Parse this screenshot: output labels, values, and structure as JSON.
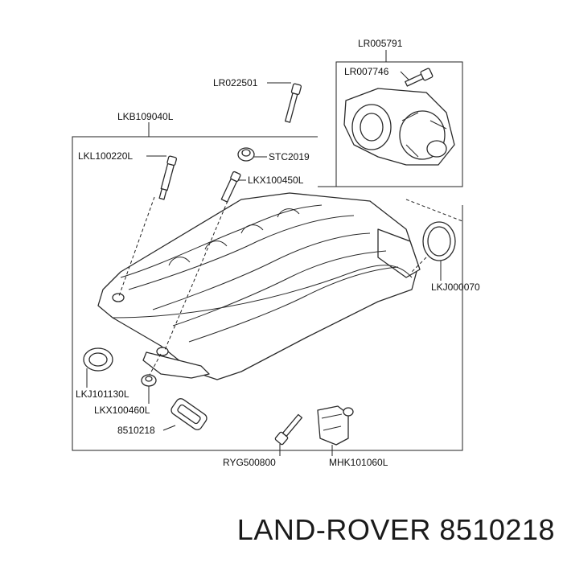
{
  "labels": {
    "lr005791": "LR005791",
    "lr007746": "LR007746",
    "lr022501": "LR022501",
    "lkb109040l": "LKB109040L",
    "lkl100220l": "LKL100220L",
    "stc2019": "STC2019",
    "lkx100450l": "LKX100450L",
    "lkj000070": "LKJ000070",
    "lkj101130l": "LKJ101130L",
    "lkx100460l": "LKX100460L",
    "p8510218": "8510218",
    "ryg500800": "RYG500800",
    "mhk101060l": "MHK101060L"
  },
  "footer": {
    "text": "LAND-ROVER 8510218"
  }
}
